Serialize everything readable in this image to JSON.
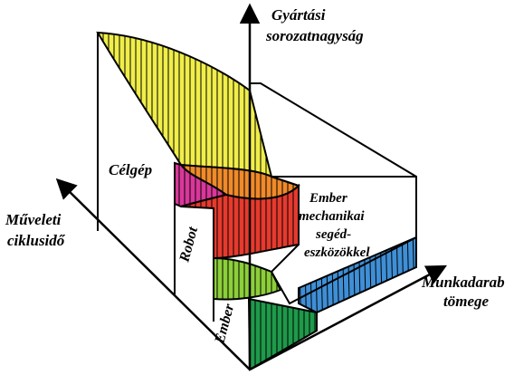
{
  "labels": {
    "vertical_axis_line1": "Gyártási",
    "vertical_axis_line2": "sorozatnagyság",
    "left_axis_line1": "Műveleti",
    "left_axis_line2": "ciklusidő",
    "right_axis_line1": "Munkadarab",
    "right_axis_line2": "tömege",
    "celgep": "Célgép",
    "robot": "Robot",
    "ember": "Ember",
    "mech_line1": "Ember",
    "mech_line2": "mechanikai",
    "mech_line3": "segéd-",
    "mech_line4": "eszközökkel"
  },
  "colors": {
    "celgep_surface": "#f0ee4a",
    "orange_band": "#f08a2a",
    "magenta_band": "#d9379a",
    "red_band": "#e63a2e",
    "lightgreen_band": "#8ccf3a",
    "darkgreen_band": "#1e9a4a",
    "blue_band": "#3f8fd6",
    "lines": "#000000"
  }
}
